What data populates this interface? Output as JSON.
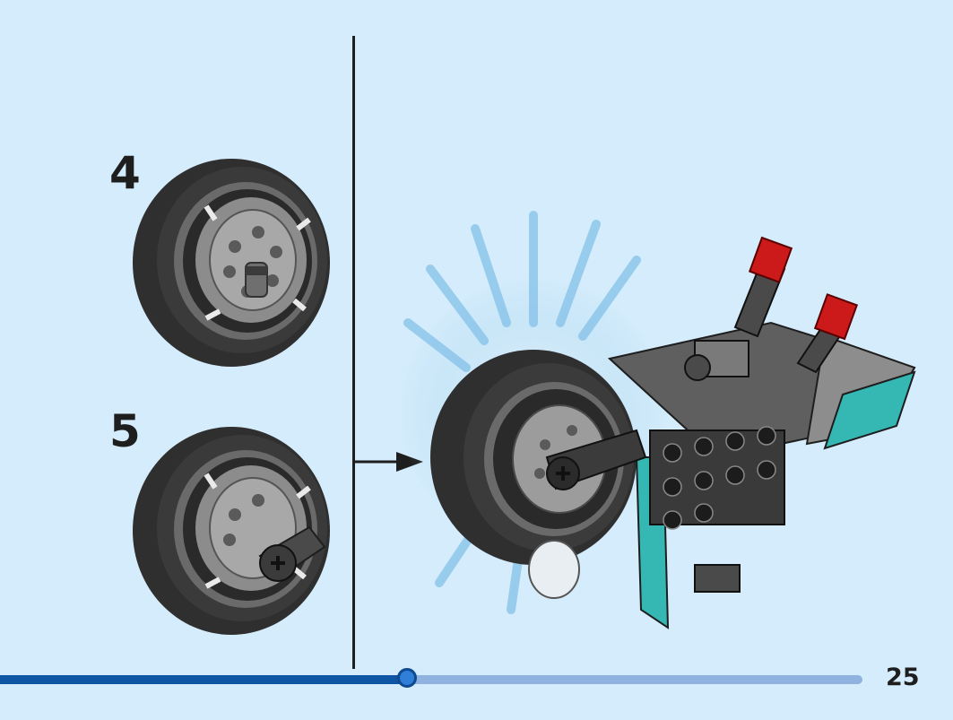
{
  "steps": [
    {
      "number": "4"
    },
    {
      "number": "5"
    }
  ],
  "page_number": "25",
  "progress": {
    "fraction": 0.472
  },
  "colors": {
    "background": "#d4ecfb",
    "tire": "#333333",
    "rim": "#9a9a9a",
    "teal": "#3cc0c0",
    "red": "#cc1a1a",
    "progress_done": "#0e55a3",
    "progress_remaining": "#8fb2de"
  },
  "icons": {
    "callout_arrow": "arrow-right-icon"
  }
}
